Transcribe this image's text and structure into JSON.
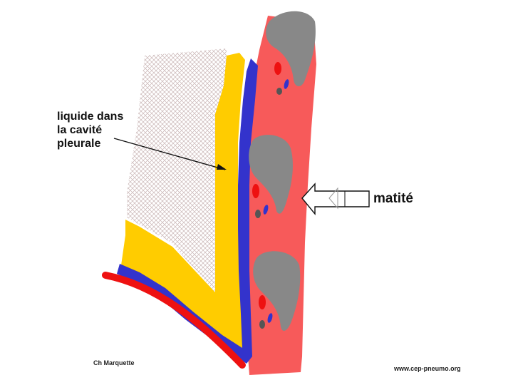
{
  "labels": {
    "fluid_line1": "liquide dans",
    "fluid_line2": "la cavité",
    "fluid_line3": "pleurale",
    "dullness": "matité"
  },
  "credits": {
    "author": "Ch Marquette",
    "website": "www.cep-pneumo.org"
  },
  "colors": {
    "chest_wall": "#f75a5a",
    "pleural_fluid": "#ffcc00",
    "pleura": "#3333cc",
    "diaphragm": "#ee1111",
    "rib": "#888888",
    "lung_hatch": "#c8b8b8",
    "artery": "#ee1111",
    "vein": "#3333cc",
    "nerve": "#555555"
  }
}
